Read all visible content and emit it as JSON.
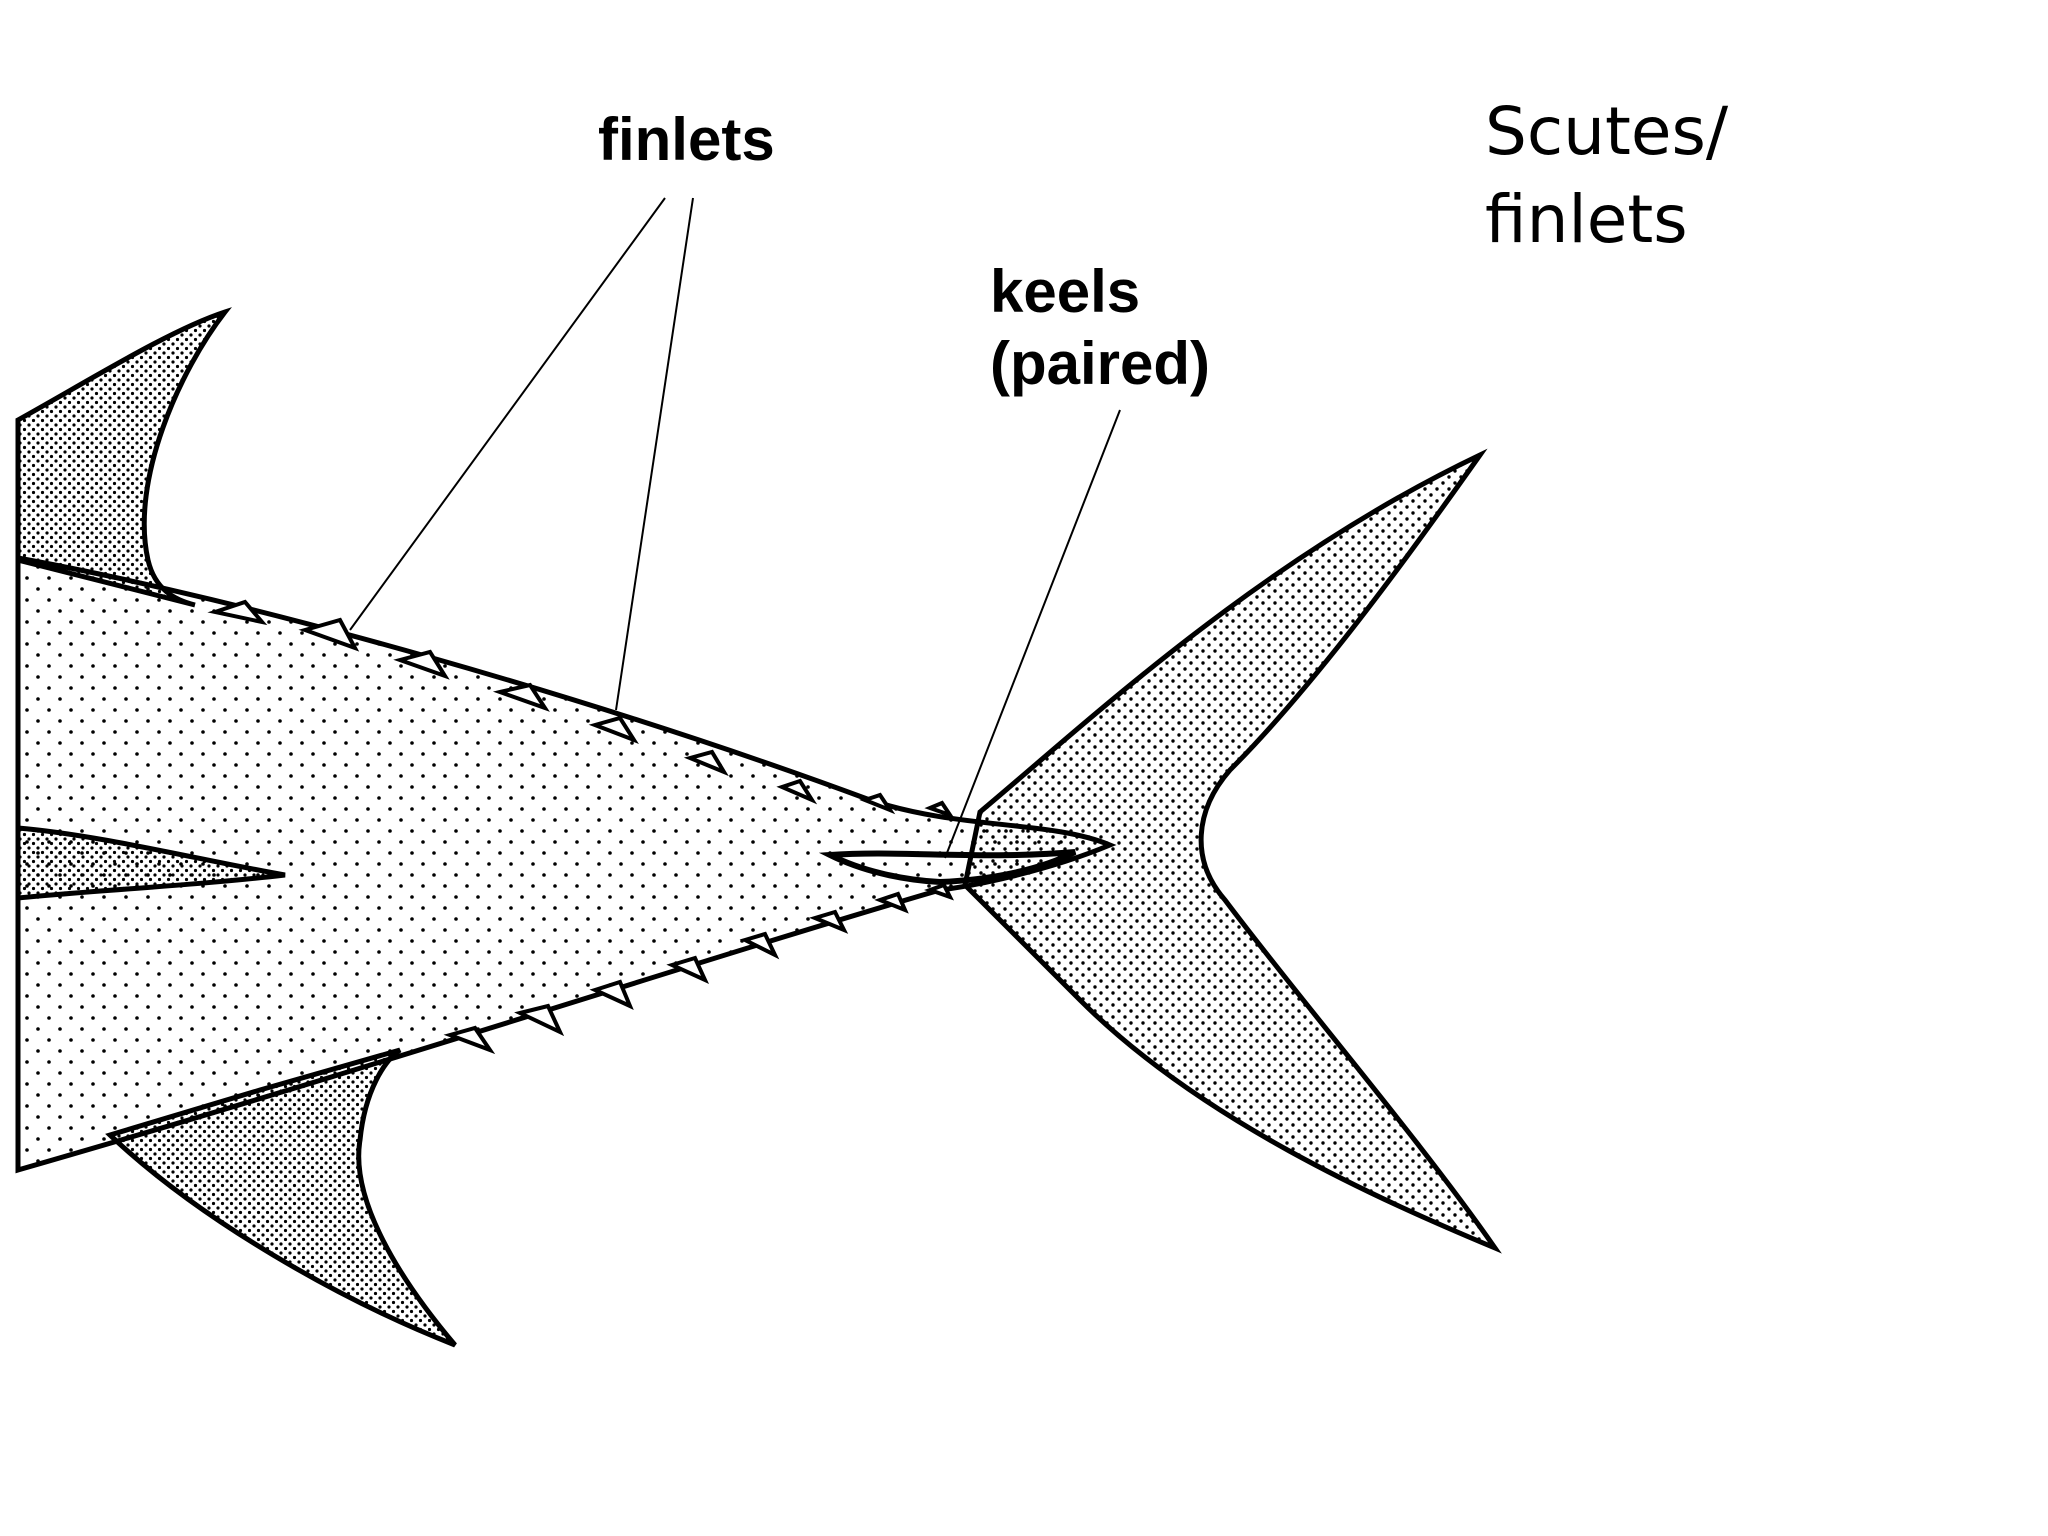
{
  "labels": {
    "finlets": "finlets",
    "keels_line1": "keels",
    "keels_line2": "(paired)",
    "scutes_line1": "Scutes/",
    "scutes_line2": "finlets"
  },
  "colors": {
    "ink": "#000000",
    "background": "#ffffff"
  }
}
